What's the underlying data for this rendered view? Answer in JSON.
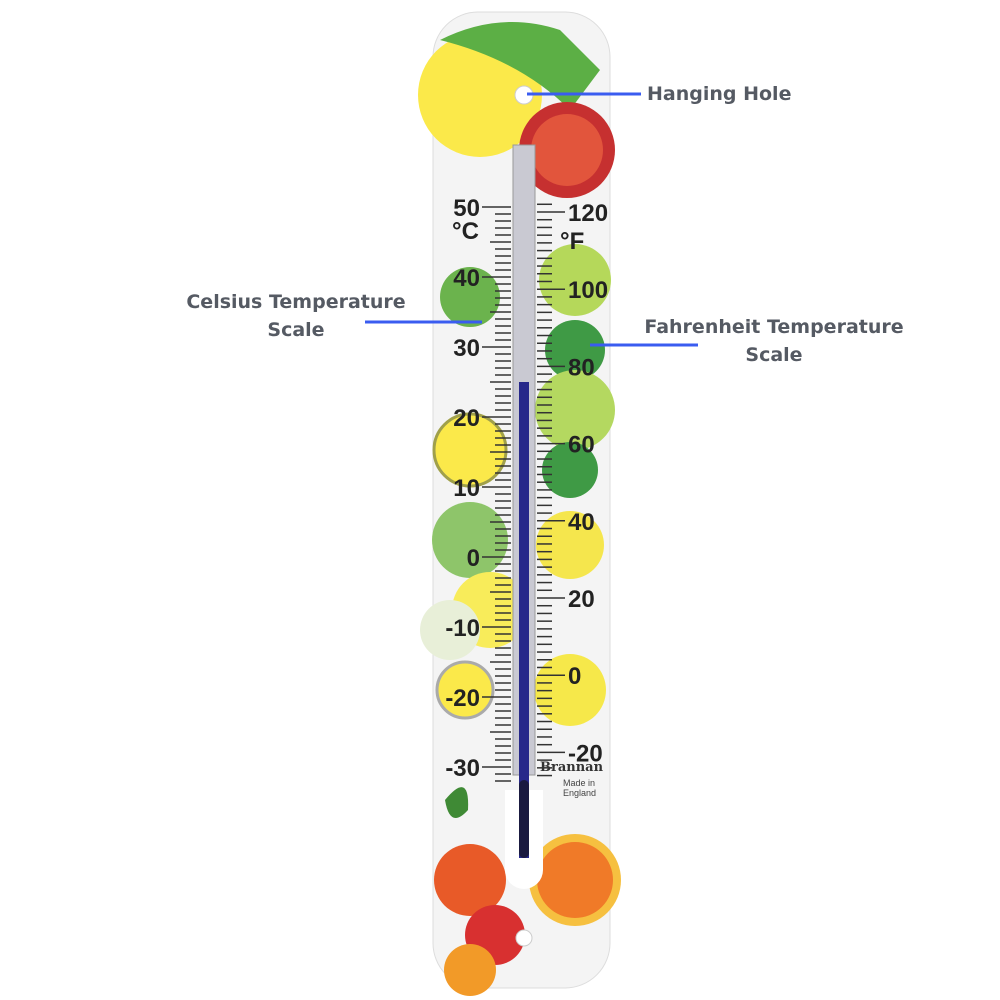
{
  "labels": {
    "hanging_hole": "Hanging Hole",
    "celsius_line1": "Celsius Temperature",
    "celsius_line2": "Scale",
    "fahrenheit_line1": "Fahrenheit Temperature",
    "fahrenheit_line2": "Scale"
  },
  "thermometer": {
    "celsius_unit": "°C",
    "fahrenheit_unit": "°F",
    "celsius_ticks": [
      "50",
      "40",
      "30",
      "20",
      "10",
      "0",
      "-10",
      "-20",
      "-30"
    ],
    "fahrenheit_ticks": [
      "120",
      "100",
      "80",
      "60",
      "40",
      "20",
      "0",
      "-20"
    ],
    "brand": "Brannan",
    "made_in_line1": "Made in",
    "made_in_line2": "England",
    "reading_celsius": 25
  },
  "colors": {
    "pointer": "#3a5cf0",
    "liquid": "#27288a",
    "label": "#555a63"
  }
}
